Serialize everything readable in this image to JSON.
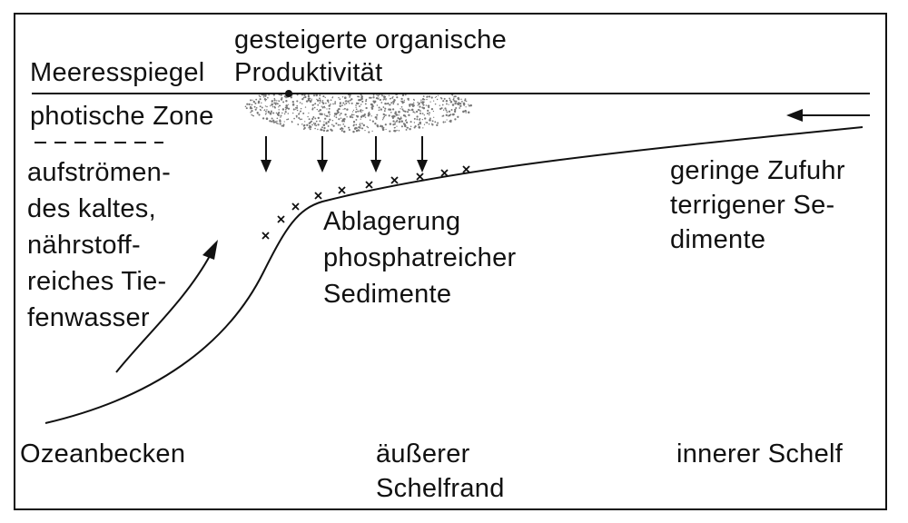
{
  "labels": {
    "productivity_line1": "gesteigerte organische",
    "productivity_line2": "Produktivität",
    "sea_level": "Meeresspiegel",
    "photic_zone": "photische Zone",
    "upwelling_1": "aufströmen-",
    "upwelling_2": "des kaltes,",
    "upwelling_3": "nährstoff-",
    "upwelling_4": "reiches Tie-",
    "upwelling_5": "fenwasser",
    "deposit_1": "Ablagerung",
    "deposit_2": "phosphatreicher",
    "deposit_3": "Sedimente",
    "supply_1": "geringe Zufuhr",
    "supply_2": "terrigener Se-",
    "supply_3": "dimente",
    "ocean_basin": "Ozeanbecken",
    "outer_shelf_1": "äußerer",
    "outer_shelf_2": "Schelfrand",
    "inner_shelf": "innerer Schelf"
  },
  "colors": {
    "ink": "#111111",
    "stipple": "#777777",
    "background": "#ffffff"
  }
}
